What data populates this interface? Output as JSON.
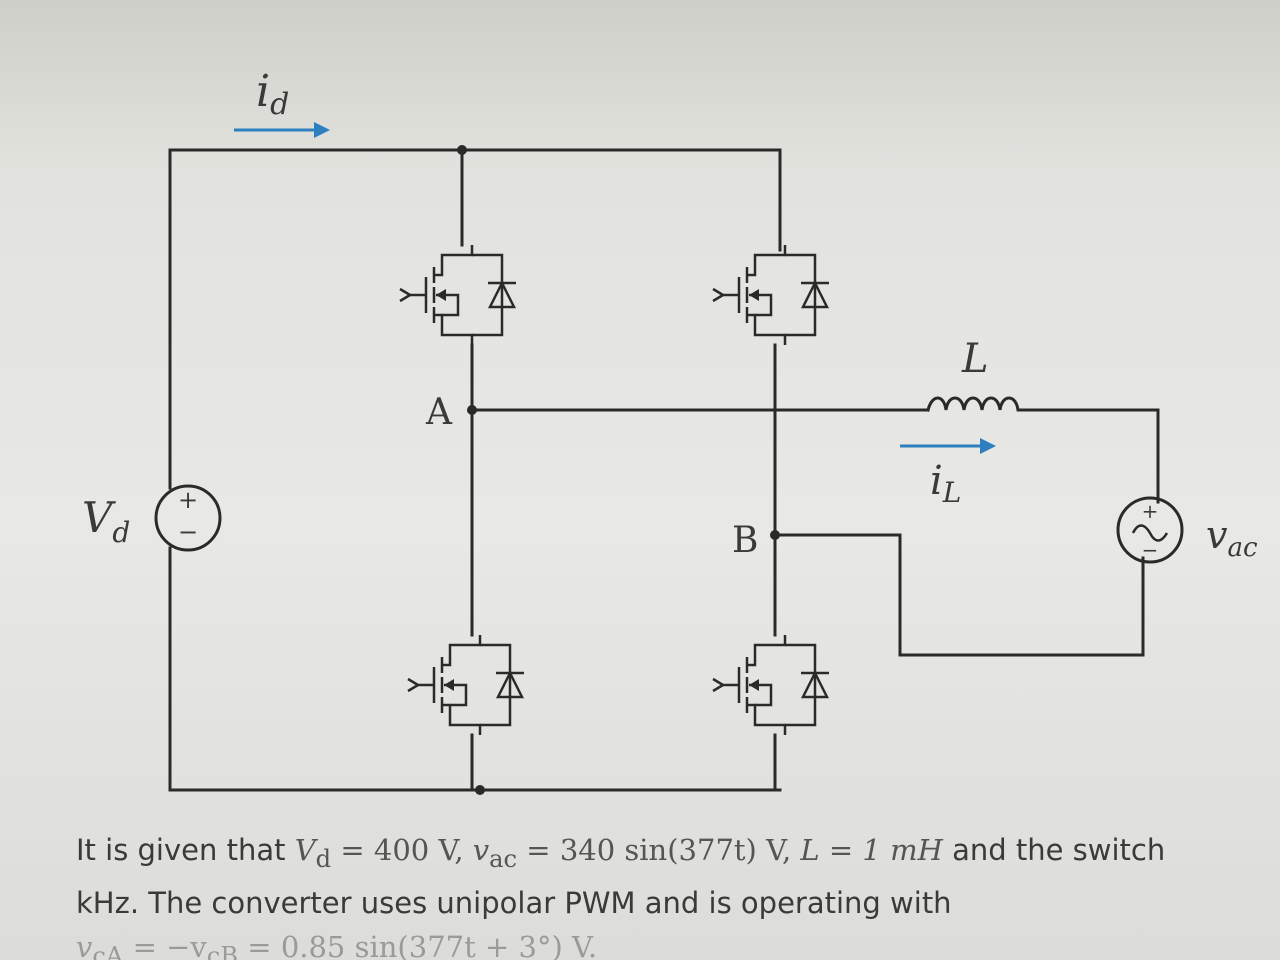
{
  "labels": {
    "id": "i",
    "id_sub": "d",
    "node_a": "A",
    "node_b": "B",
    "inductor": "L",
    "il": "i",
    "il_sub": "L",
    "vd": "V",
    "vd_sub": "d",
    "vac": "v",
    "vac_sub": "ac",
    "plus": "+",
    "minus": "−"
  },
  "problem": {
    "line1_prefix": "It is given that ",
    "line1_eq1": "V",
    "line1_eq1_sub": "d",
    "line1_eq1_rest": " = 400 V, ",
    "line1_eq2": "v",
    "line1_eq2_sub": "ac",
    "line1_eq2_rest": " = 340 sin(377t) V, ",
    "line1_eq3": "L = 1 mH",
    "line1_suffix": " and the switch",
    "line2": "kHz. The converter uses unipolar PWM and is operating with",
    "line3_a": "v",
    "line3_a_sub": "cA",
    "line3_b": " = −v",
    "line3_b_sub": "cB",
    "line3_c": " = 0.85 sin(377t + 3°) V."
  },
  "colors": {
    "wire": "#2a2a2a",
    "arrow": "#2d7fbf",
    "text": "#3a3a3a"
  }
}
